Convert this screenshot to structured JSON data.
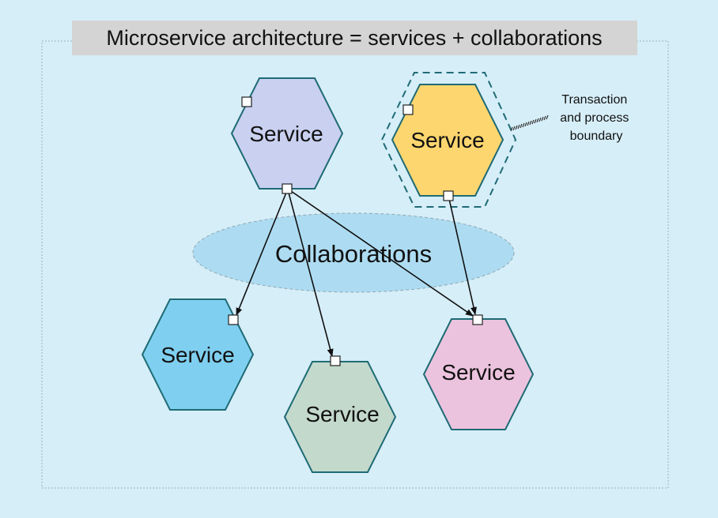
{
  "title": "Microservice architecture = services + collaborations",
  "collaborations_label": "Collaborations",
  "boundary_note": [
    "Transaction",
    "and process",
    "boundary"
  ],
  "services": [
    {
      "label": "Service",
      "color": "#c9d0f0"
    },
    {
      "label": "Service",
      "color": "#fdd66f"
    },
    {
      "label": "Service",
      "color": "#7fcff0"
    },
    {
      "label": "Service",
      "color": "#c3d9cc"
    },
    {
      "label": "Service",
      "color": "#ecc3de"
    }
  ],
  "colors": {
    "background": "#d6eef8",
    "title_background": "#d4d4d4",
    "hexagon_stroke": "#1f6b75",
    "collaborations_fill": "#a6d8f1",
    "arrow": "#111111"
  }
}
